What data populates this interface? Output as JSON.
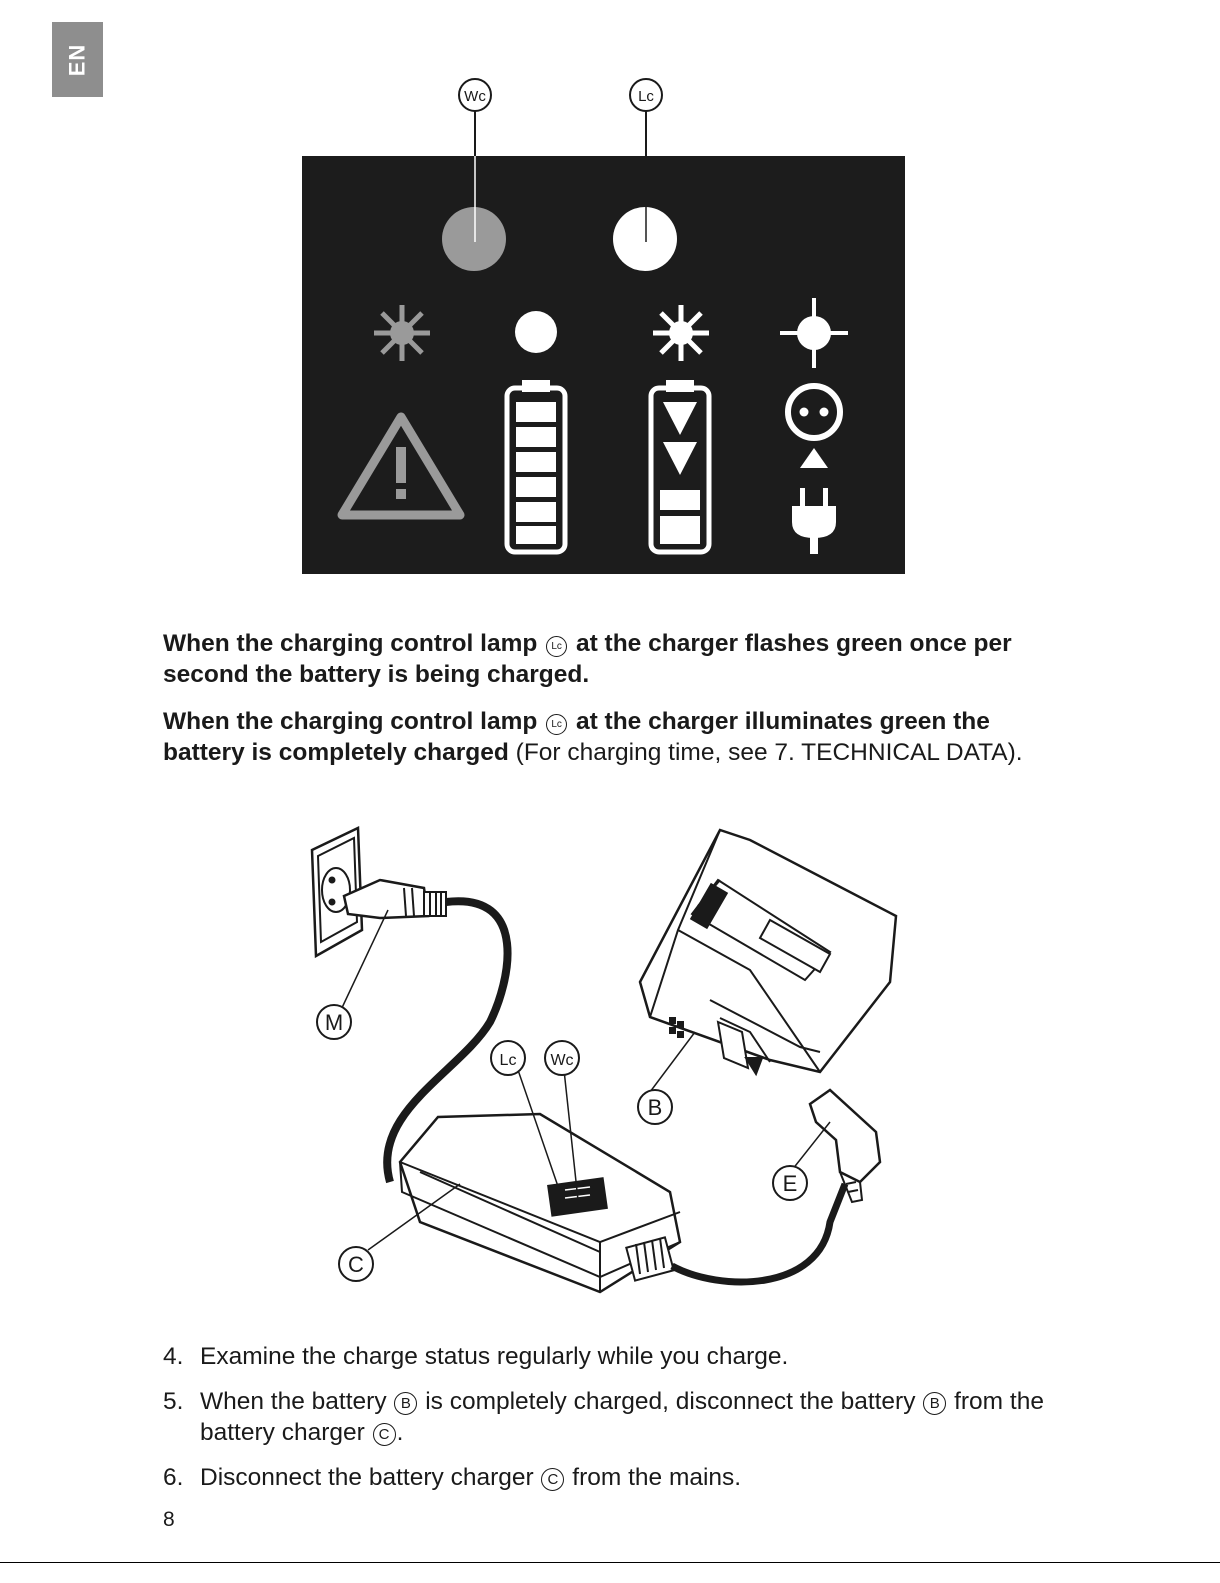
{
  "lang_tab": "EN",
  "figure1": {
    "callout_wc": "Wc",
    "callout_lc": "Lc"
  },
  "para1": {
    "bold_a": "When the charging control lamp",
    "lamp_ref": "Lc",
    "bold_b": "at the charger flashes green once per second the battery is being charged."
  },
  "para2": {
    "bold_a": "When the charging control lamp",
    "lamp_ref": "Lc",
    "bold_b": "at the charger illuminates green the battery is completely charged",
    "normal": "(For charging time, see 7. TECHNICAL DATA)."
  },
  "figure2": {
    "label_m": "M",
    "label_lc": "Lc",
    "label_wc": "Wc",
    "label_b": "B",
    "label_e": "E",
    "label_c": "C"
  },
  "steps": [
    {
      "num": "4.",
      "text": "Examine the charge status regularly while you charge."
    },
    {
      "num": "5.",
      "a": "When the battery",
      "ref1": "B",
      "b": "is completely charged, disconnect the battery",
      "ref2": "B",
      "c": "from the battery charger",
      "ref3": "C",
      "d": "."
    },
    {
      "num": "6.",
      "a": "Disconnect the battery charger",
      "ref1": "C",
      "b": "from the mains."
    }
  ],
  "page_number": "8",
  "colors": {
    "panel": "#1c1c1c",
    "warning_lamp": "#9a9a9a",
    "lang_tab": "#8e8e8e"
  }
}
